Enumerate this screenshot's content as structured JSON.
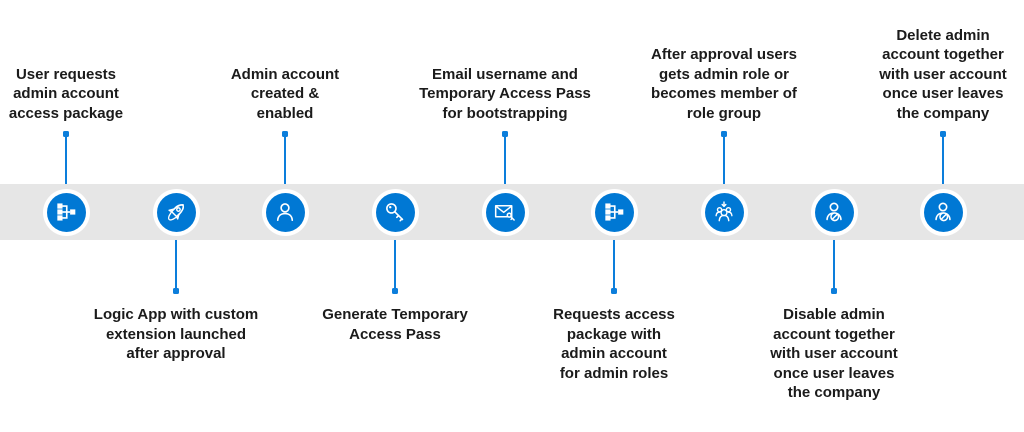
{
  "diagram": {
    "colors": {
      "band": "#e6e6e6",
      "circle_blue": "#0078d4",
      "connector_blue": "#0c7edb",
      "text": "#1b1b1b"
    },
    "steps": [
      {
        "id": 1,
        "icon": "workflow-icon",
        "label_position": "top",
        "label": "User requests\nadmin account\naccess package"
      },
      {
        "id": 2,
        "icon": "rocket-icon",
        "label_position": "bottom",
        "label": "Logic App with custom\nextension launched\nafter approval"
      },
      {
        "id": 3,
        "icon": "person-icon",
        "label_position": "top",
        "label": "Admin account\ncreated &\nenabled"
      },
      {
        "id": 4,
        "icon": "key-icon",
        "label_position": "bottom",
        "label": "Generate Temporary\nAccess Pass"
      },
      {
        "id": 5,
        "icon": "email-key-icon",
        "label_position": "top",
        "label": "Email username and\nTemporary Access Pass\nfor bootstrapping"
      },
      {
        "id": 6,
        "icon": "workflow-icon",
        "label_position": "bottom",
        "label": "Requests access\npackage with\nadmin account\nfor admin roles"
      },
      {
        "id": 7,
        "icon": "group-assign-icon",
        "label_position": "top",
        "label": "After approval users\ngets admin role or\nbecomes member of\nrole group"
      },
      {
        "id": 8,
        "icon": "person-blocked-icon",
        "label_position": "bottom",
        "label": "Disable admin\naccount together\nwith user account\nonce user leaves\nthe company"
      },
      {
        "id": 9,
        "icon": "person-blocked-icon",
        "label_position": "top",
        "label": "Delete admin\naccount together\nwith user account\nonce user leaves\nthe company"
      }
    ]
  }
}
